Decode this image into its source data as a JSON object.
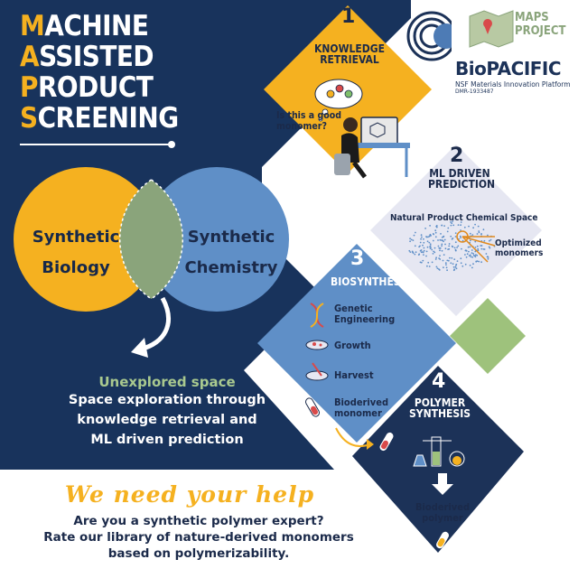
{
  "title": {
    "rows": [
      {
        "initial": "M",
        "rest": "ACHINE"
      },
      {
        "initial": "A",
        "rest": "SSISTED"
      },
      {
        "initial": "P",
        "rest": "RODUCT"
      },
      {
        "initial": "S",
        "rest": "CREENING"
      }
    ]
  },
  "venn": {
    "left_label": "Synthetic\nBiology",
    "right_label": "Synthetic\nChemistry"
  },
  "unexplored": {
    "title": "Unexplored space",
    "description": "Space exploration through\nknowledge retrieval and\nML driven prediction"
  },
  "logos": {
    "maps": "MAPS\nPROJECT",
    "biopacific_main": "BioPACIFIC",
    "biopacific_sub": "NSF Materials Innovation Platform",
    "biopacific_code": "DMR-1933487"
  },
  "steps": [
    {
      "number": "1",
      "title": "KNOWLEDGE\nRETRIEVAL",
      "question": "Is this a good\nmonomer?"
    },
    {
      "number": "2",
      "title": "ML DRIVEN\nPREDICTION",
      "subtitle": "Natural Product Chemical Space",
      "callout": "Optimized\nmonomers"
    },
    {
      "number": "3",
      "title": "BIOSYNTHESIS",
      "items": [
        "Genetic\nEngineering",
        "Growth",
        "Harvest",
        "Bioderived\nmonomer"
      ]
    },
    {
      "number": "4",
      "title": "POLYMER\nSYNTHESIS",
      "result": "Bioderived\npolymer"
    }
  ],
  "call_to_action": {
    "headline": "We need your help",
    "body": "Are you a synthetic polymer expert?\nRate our library of nature-derived monomers\nbased on polymerizability."
  },
  "colors": {
    "navy": "#18335c",
    "gold": "#f5b120",
    "light_blue": "#5f8fc7",
    "pale_lavender": "#e6e7f2",
    "sage": "#9ec27c",
    "dark_navy_diamond": "#1c3258"
  },
  "icons": [
    "person-at-computer-icon",
    "thought-bubble-icon",
    "dna-icon",
    "petri-dish-icon",
    "harvest-dish-icon",
    "test-tube-icon",
    "lab-glassware-icon",
    "down-arrow-icon",
    "map-icon",
    "concentric-circles-logo-icon",
    "scatter-cloud-icon"
  ]
}
